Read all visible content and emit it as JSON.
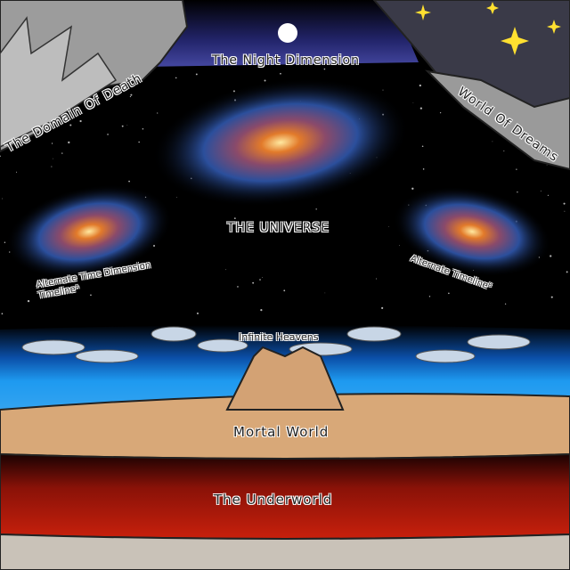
{
  "labels": {
    "night_dimension": "The Night Dimension",
    "domain_of_death": "The Domain Of Death",
    "world_of_dreams": "World Of Dreams",
    "universe": "THE UNIVERSE",
    "alt_time_dimension": "Alternate Time Dimension",
    "alt_time_dimension_2": "Timelineᴬ",
    "alt_timeline": "Alternate Timelineᴮ",
    "infinite_heavens": "Infinite Heavens",
    "mortal_world": "Mortal World",
    "underworld": "The Underworld"
  },
  "colors": {
    "space": "#000000",
    "night_band": "#3a3d8f",
    "rock": "#9a9a9a",
    "sky": "#2f9be8",
    "ground": "#d8a878",
    "underworld": "#c8200c",
    "bedrock": "#c9c2b8"
  }
}
